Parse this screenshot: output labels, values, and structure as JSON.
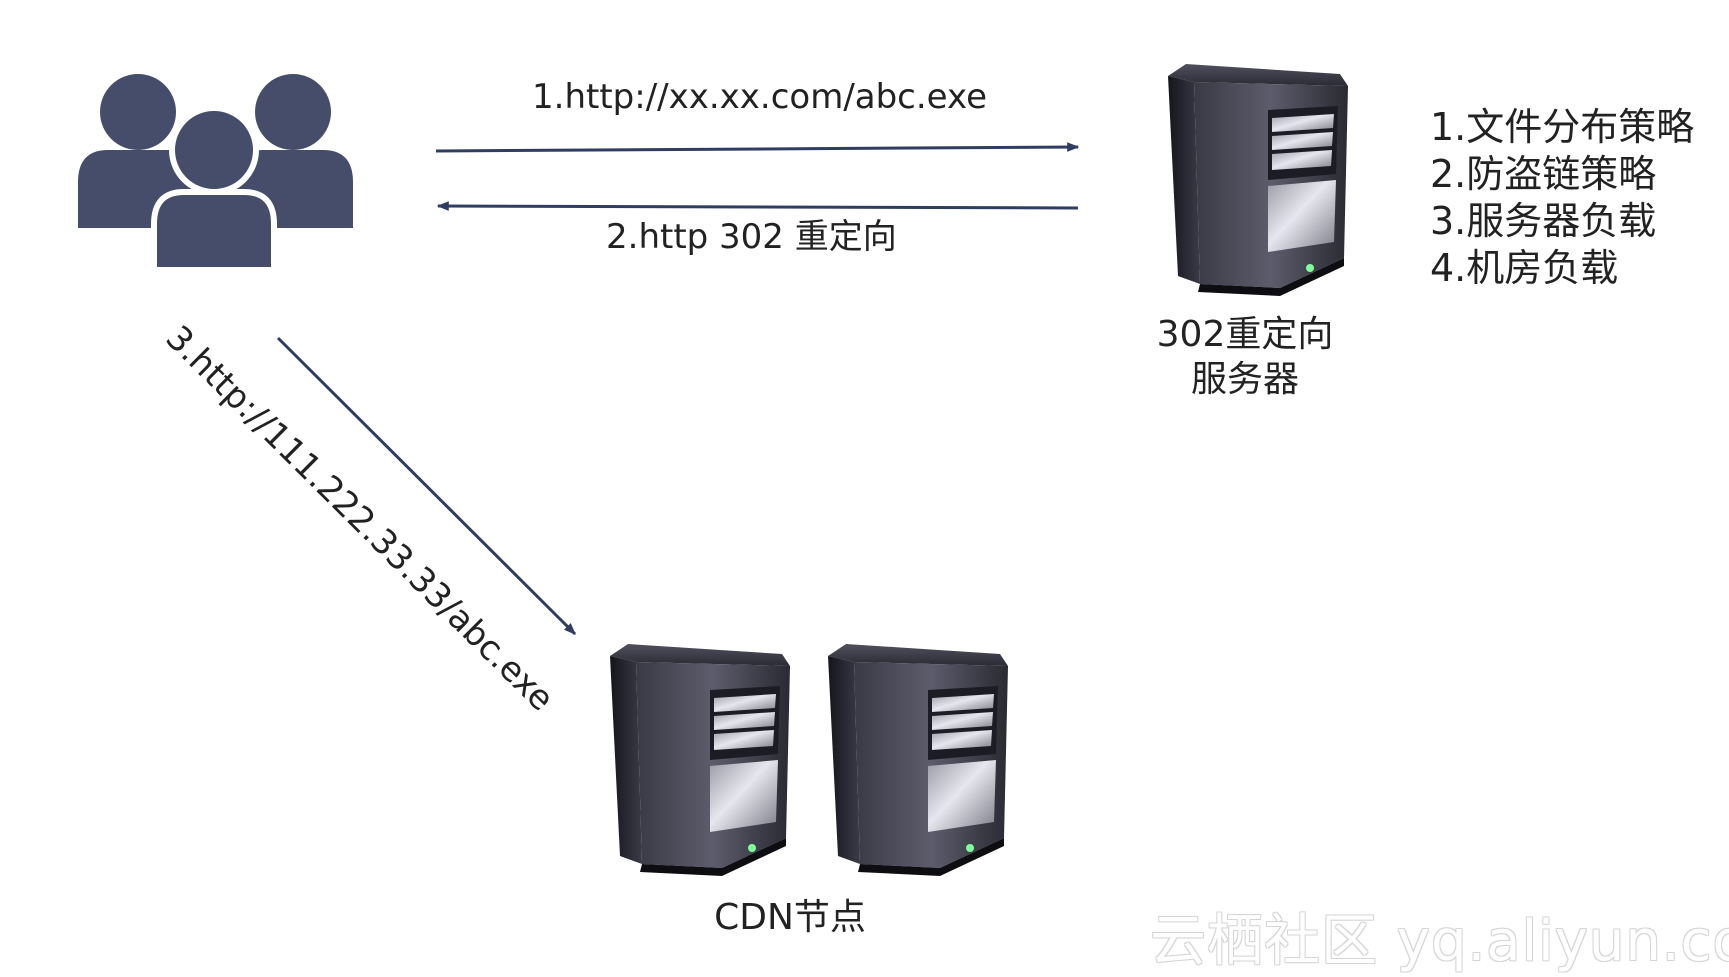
{
  "diagram": {
    "request_label": "1.http://xx.xx.com/abc.exe",
    "redirect_label": "2.http 302 重定向",
    "cdn_request_label": "3.http://111.222.33.33/abc.exe",
    "redirect_server": {
      "caption_line1": "302重定向",
      "caption_line2": "服务器"
    },
    "policies": [
      "1.文件分布策略",
      "2.防盗链策略",
      "3.服务器负载",
      "4.机房负载"
    ],
    "cdn_caption": "CDN节点",
    "watermark": "云栖社区 yq.aliyun.com",
    "colors": {
      "users": "#454d6b",
      "arrow": "#2f3d63",
      "server_body": "#1b1b22"
    },
    "icons": {
      "users": "users-group-icon",
      "server": "server-tower-icon"
    }
  }
}
